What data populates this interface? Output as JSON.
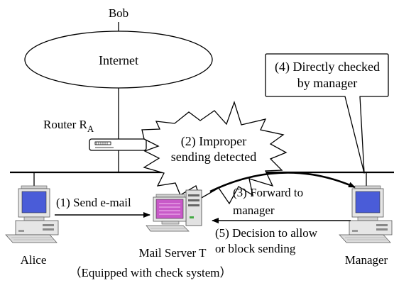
{
  "nodes": {
    "bob": "Bob",
    "internet": "Internet",
    "router": "Router R",
    "router_sub": "A",
    "alice": "Alice",
    "mail_server": "Mail Server T",
    "mail_server_note": "（Equipped with check system）",
    "manager": "Manager"
  },
  "callouts": {
    "improper": [
      "(2) Improper",
      "sending detected"
    ],
    "checked": [
      "(4) Directly checked",
      "by manager"
    ]
  },
  "steps": {
    "send": "(1) Send e-mail",
    "forward": [
      "(3) Forward to",
      "manager"
    ],
    "decision": [
      "(5) Decision to allow",
      "or block sending"
    ]
  },
  "colors": {
    "line": "#000000",
    "screen": "#4a5cd8",
    "server_screen": "#c85ac8",
    "body": "#e6e6e6"
  }
}
